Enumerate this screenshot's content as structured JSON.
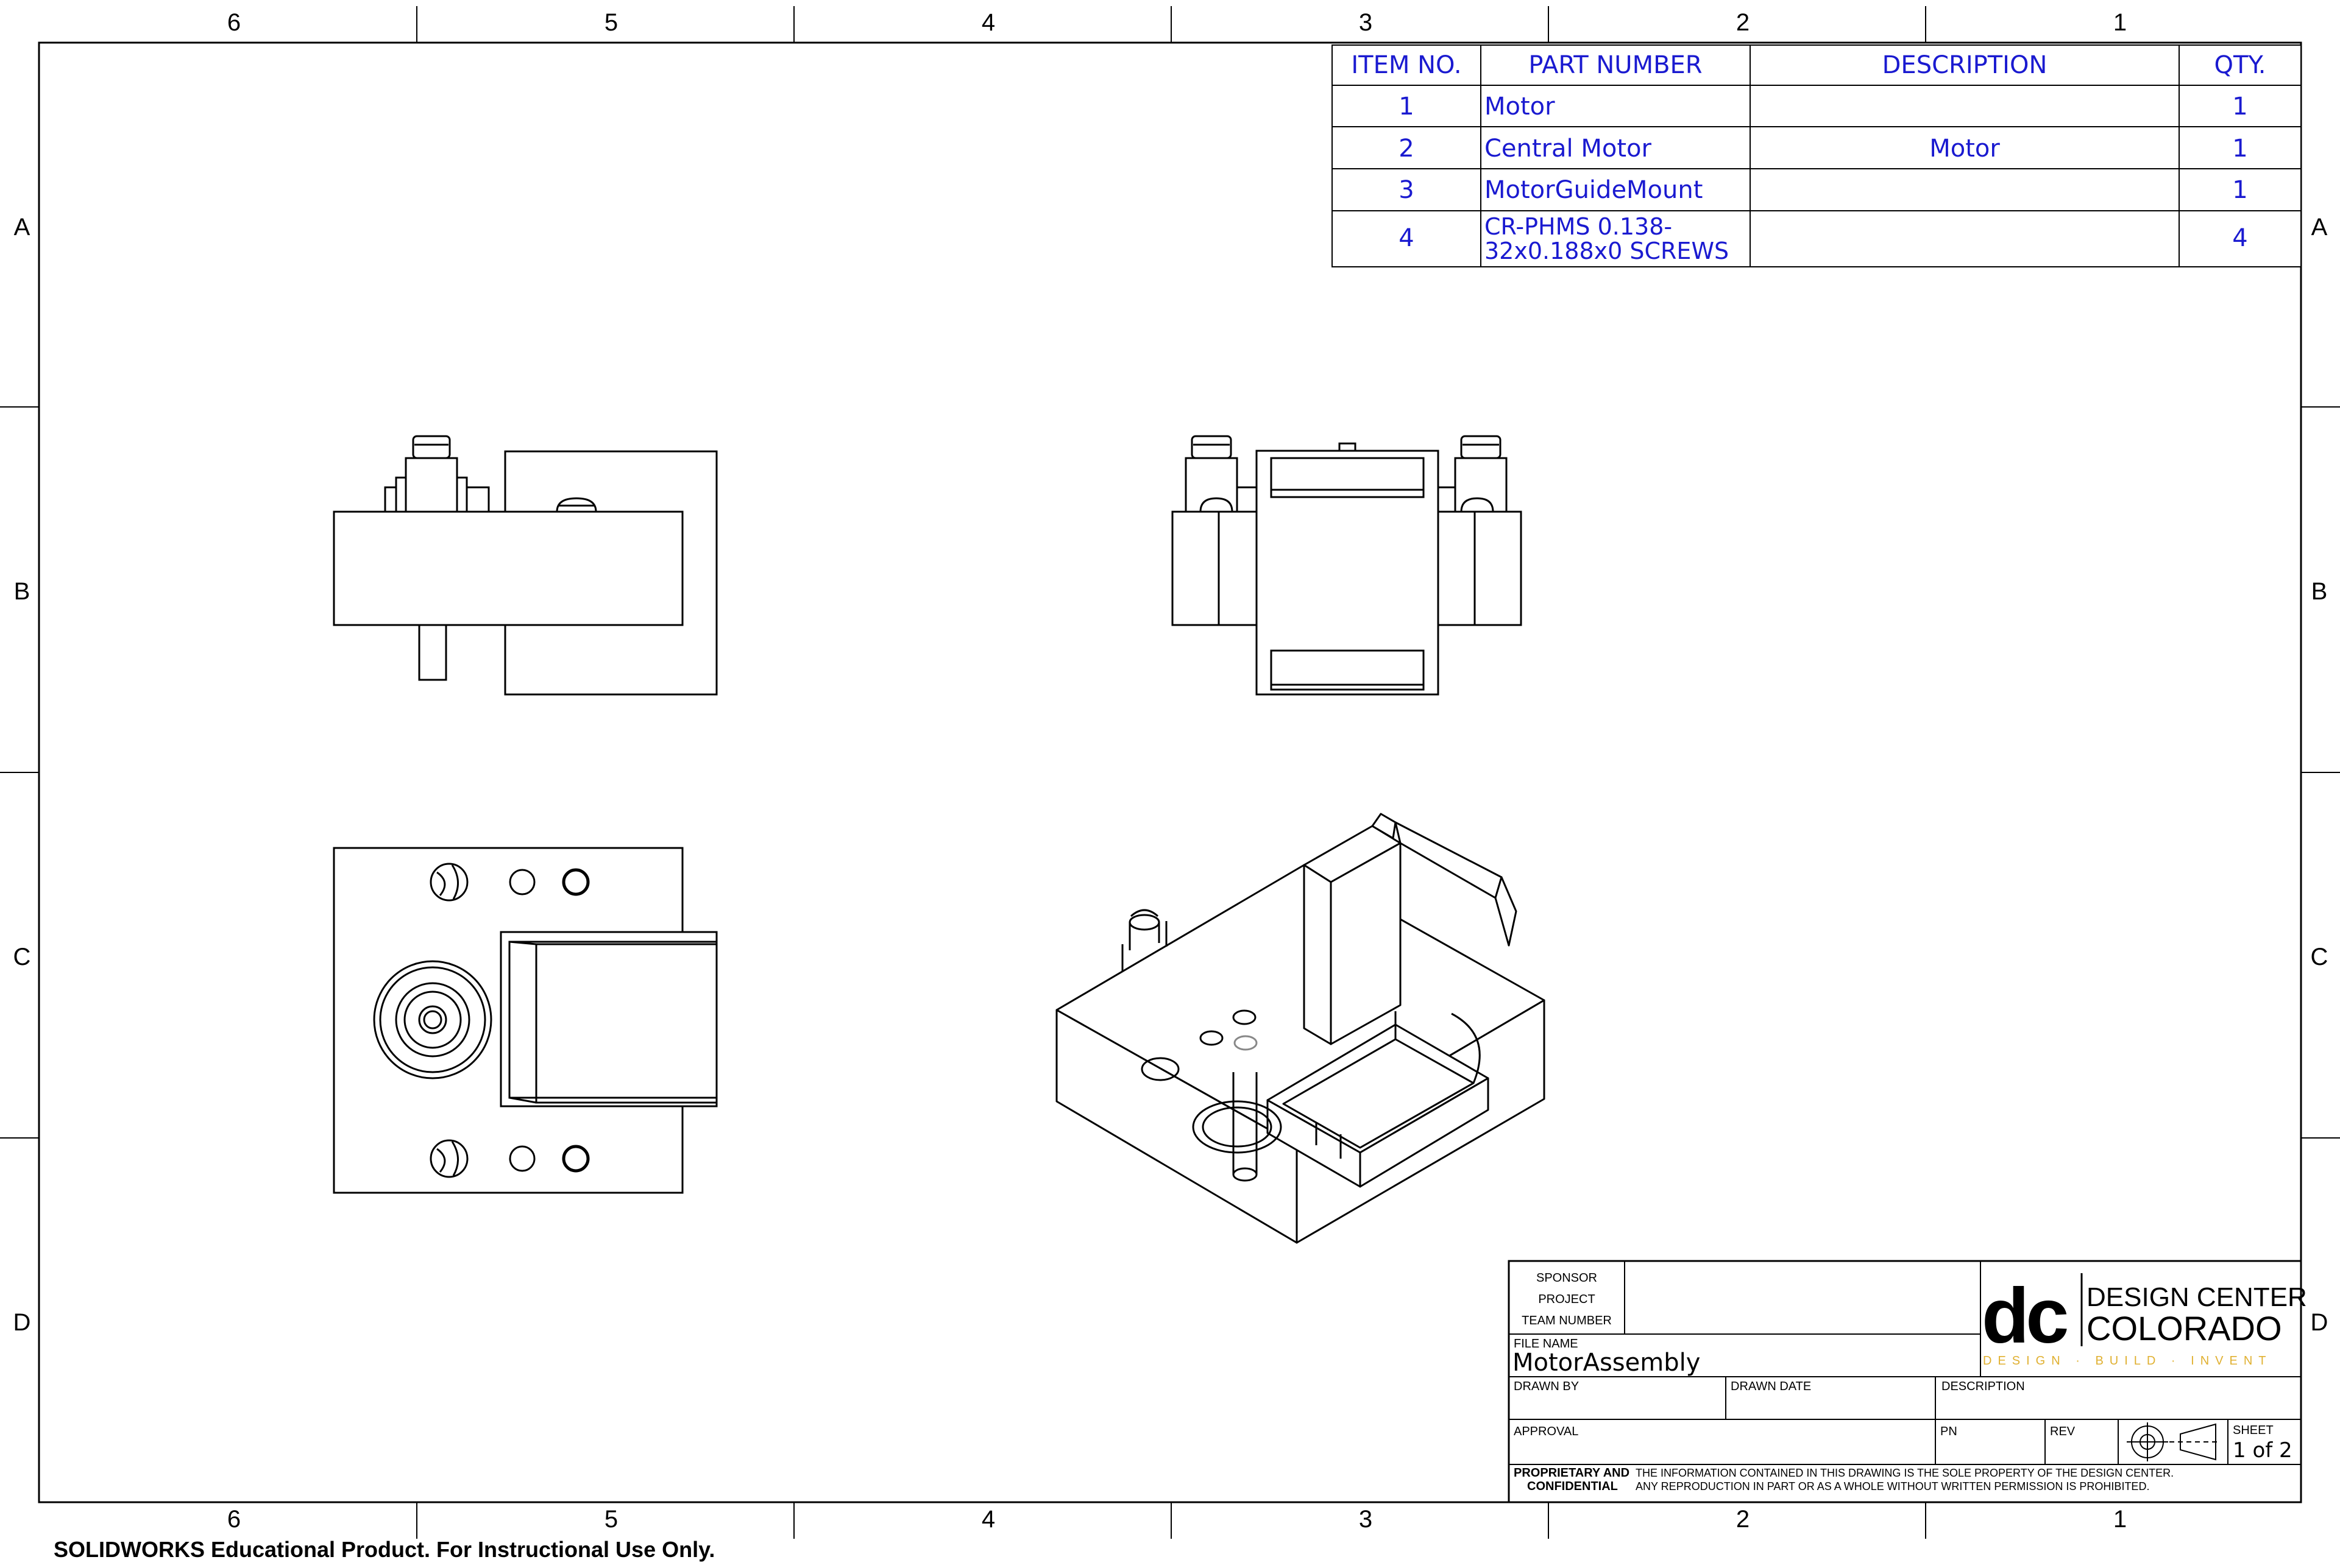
{
  "zones": {
    "columns": [
      "6",
      "5",
      "4",
      "3",
      "2",
      "1"
    ],
    "rows": [
      "A",
      "B",
      "C",
      "D"
    ]
  },
  "bom": {
    "headers": [
      "ITEM NO.",
      "PART NUMBER",
      "DESCRIPTION",
      "QTY."
    ],
    "rows": [
      {
        "item": "1",
        "part": "Motor",
        "part2": "",
        "desc": "",
        "qty": "1"
      },
      {
        "item": "2",
        "part": "Central Motor",
        "part2": "",
        "desc": "Motor",
        "qty": "1"
      },
      {
        "item": "3",
        "part": "MotorGuideMount",
        "part2": "",
        "desc": "",
        "qty": "1"
      },
      {
        "item": "4",
        "part": "CR-PHMS 0.138-",
        "part2": "32x0.188x0 SCREWS",
        "desc": "",
        "qty": "4"
      }
    ]
  },
  "title_block": {
    "sponsor_label": "SPONSOR",
    "project_label": "PROJECT",
    "team_label": "TEAM NUMBER",
    "file_name_label": "FILE NAME",
    "file_name": "MotorAssembly",
    "drawn_by_label": "DRAWN BY",
    "drawn_date_label": "DRAWN DATE",
    "description_label": "DESCRIPTION",
    "approval_label": "APPROVAL",
    "pn_label": "PN",
    "rev_label": "REV",
    "sheet_label": "SHEET",
    "sheet_value": "1 of 2",
    "proprietary_1": "PROPRIETARY AND",
    "proprietary_2": "CONFIDENTIAL",
    "notice_1": "THE INFORMATION CONTAINED IN THIS DRAWING IS THE SOLE PROPERTY OF THE DESIGN CENTER.",
    "notice_2": "ANY REPRODUCTION IN PART OR AS A WHOLE WITHOUT WRITTEN PERMISSION IS PROHIBITED.",
    "logo_dc": "dc",
    "logo_line1": "DESIGN CENTER",
    "logo_line2": "COLORADO",
    "logo_tag": "DESIGN · BUILD · INVENT"
  },
  "footer": "SOLIDWORKS Educational Product. For Instructional Use Only.",
  "colors": {
    "bom_text": "#1a1ad0",
    "logo_tag": "#e0b030",
    "line": "#000000"
  }
}
